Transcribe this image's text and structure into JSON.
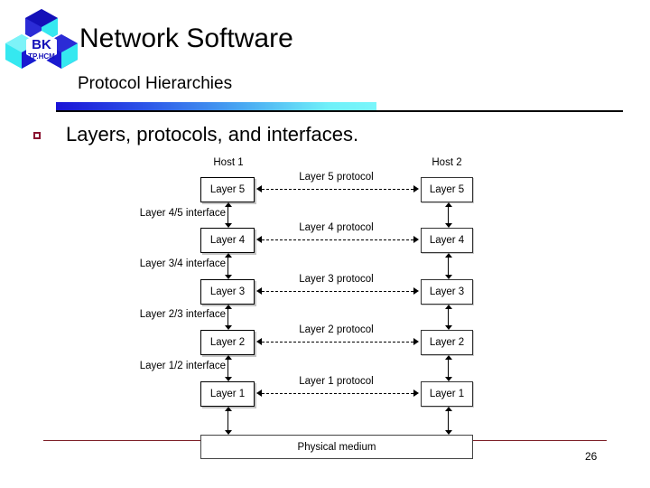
{
  "slide": {
    "title": "Network Software",
    "subtitle": "Protocol Hierarchies",
    "bullet_text": "Layers, protocols, and interfaces.",
    "page_number": "26",
    "accent_gradient_from": "#1a13d6",
    "accent_gradient_to": "#79f6fb",
    "bullet_color": "#8a1230",
    "footer_rule_color": "#7d1f27"
  },
  "logo": {
    "primary_text": "BK",
    "secondary_text": "TP.HCM",
    "colors": {
      "dark_blue": "#1a1ad0",
      "mid_blue": "#2b2bd6",
      "cyan": "#35e8f0",
      "light_cyan": "#7df3f8",
      "navy": "#1410b8"
    }
  },
  "diagram": {
    "host_left": "Host 1",
    "host_right": "Host 2",
    "layers": [
      {
        "name": "Layer 5",
        "protocol": "Layer 5 protocol",
        "interface": "Layer 4/5 interface"
      },
      {
        "name": "Layer 4",
        "protocol": "Layer 4 protocol",
        "interface": "Layer 3/4 interface"
      },
      {
        "name": "Layer 3",
        "protocol": "Layer 3 protocol",
        "interface": "Layer 2/3 interface"
      },
      {
        "name": "Layer 2",
        "protocol": "Layer 2 protocol",
        "interface": "Layer 1/2 interface"
      },
      {
        "name": "Layer 1",
        "protocol": "Layer 1 protocol",
        "interface": ""
      }
    ],
    "physical_medium": "Physical medium"
  }
}
